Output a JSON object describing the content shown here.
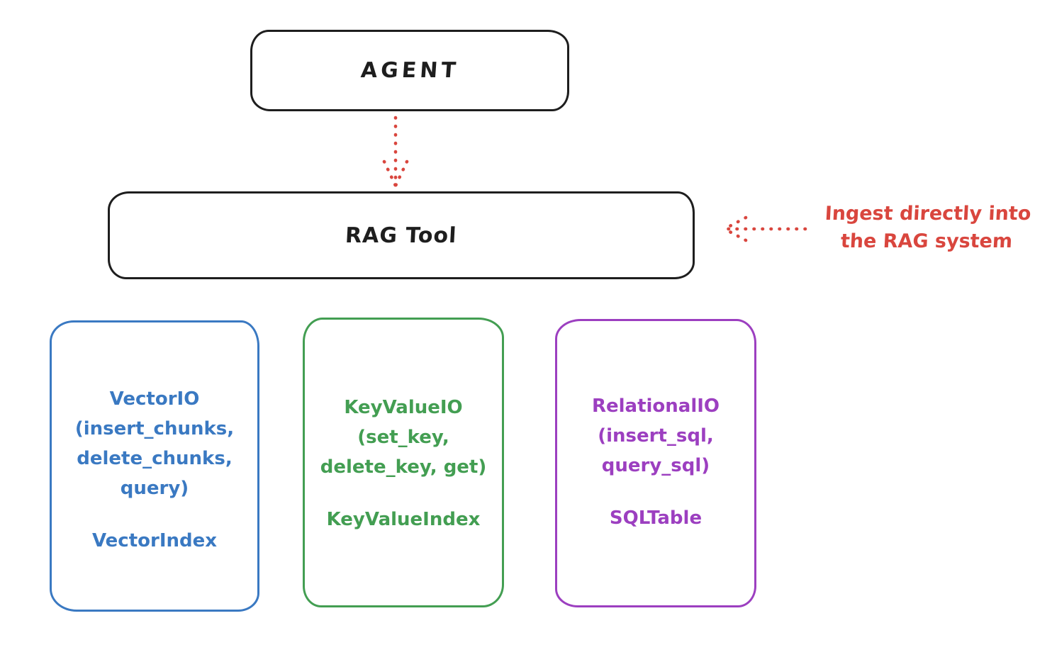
{
  "canvas": {
    "background": "#ffffff"
  },
  "colors": {
    "ink": "#1e1e1e",
    "red": "#d9463e",
    "blue": "#3a79c2",
    "green": "#439e52",
    "purple": "#9c3fc0"
  },
  "agent": {
    "label": "AGENT"
  },
  "rag_tool": {
    "label": "RAG Tool"
  },
  "annotation": {
    "line1": "Ingest directly into",
    "line2": "the RAG system"
  },
  "arrows": {
    "agent_to_rag": {
      "style": "dotted",
      "direction": "down"
    },
    "annotation_to_rag": {
      "style": "dotted",
      "direction": "left"
    }
  },
  "backends": [
    {
      "name": "VectorIO",
      "color": "#3a79c2",
      "lines": [
        "VectorIO",
        "(insert_chunks,",
        "delete_chunks,",
        "query)"
      ],
      "index": "VectorIndex"
    },
    {
      "name": "KeyValueIO",
      "color": "#439e52",
      "lines": [
        "KeyValueIO",
        "(set_key,",
        "delete_key, get)"
      ],
      "index": "KeyValueIndex"
    },
    {
      "name": "RelationalIO",
      "color": "#9c3fc0",
      "lines": [
        "RelationalIO",
        "(insert_sql,",
        "query_sql)"
      ],
      "index": "SQLTable"
    }
  ]
}
